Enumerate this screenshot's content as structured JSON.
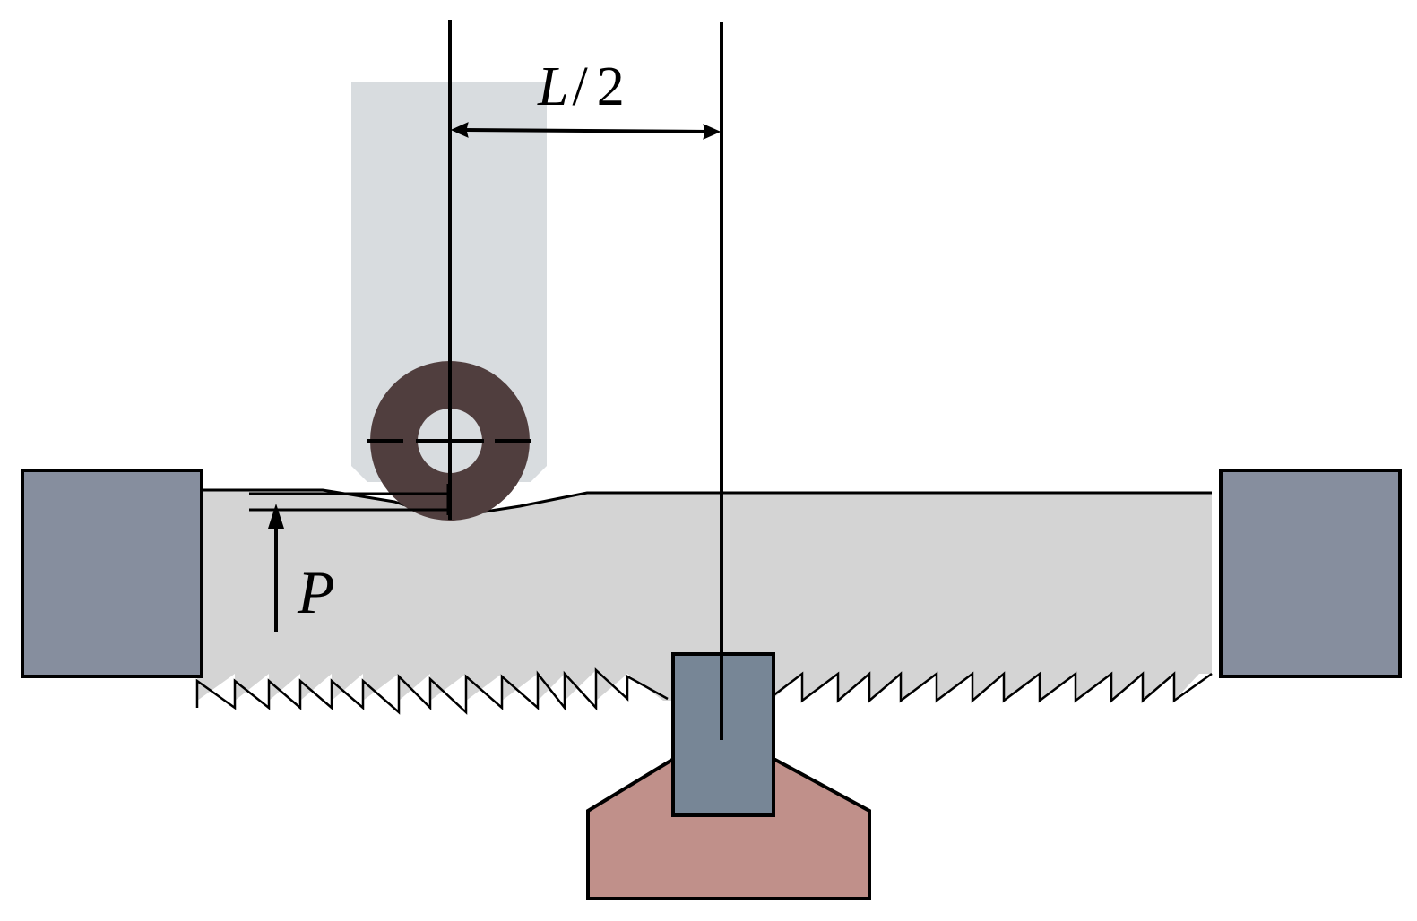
{
  "labels": {
    "half_span": "L/2",
    "half_span_letter": "L",
    "half_span_slash": "/",
    "half_span_number": "2",
    "load": "P"
  },
  "colors": {
    "background": "#ffffff",
    "tool_holder": "#d8dcdf",
    "roller": "#503e3e",
    "roller_bore": "#d8dcdf",
    "workpiece": "#d4d4d4",
    "clamp": "#868e9e",
    "center_block": "#778696",
    "base_support": "#c0908a",
    "line": "#000000"
  },
  "icons": {
    "load_arrow": "arrow-up-icon",
    "dimension_arrow": "double-arrow-horizontal-icon",
    "roller_center": "crosshair-icon"
  }
}
